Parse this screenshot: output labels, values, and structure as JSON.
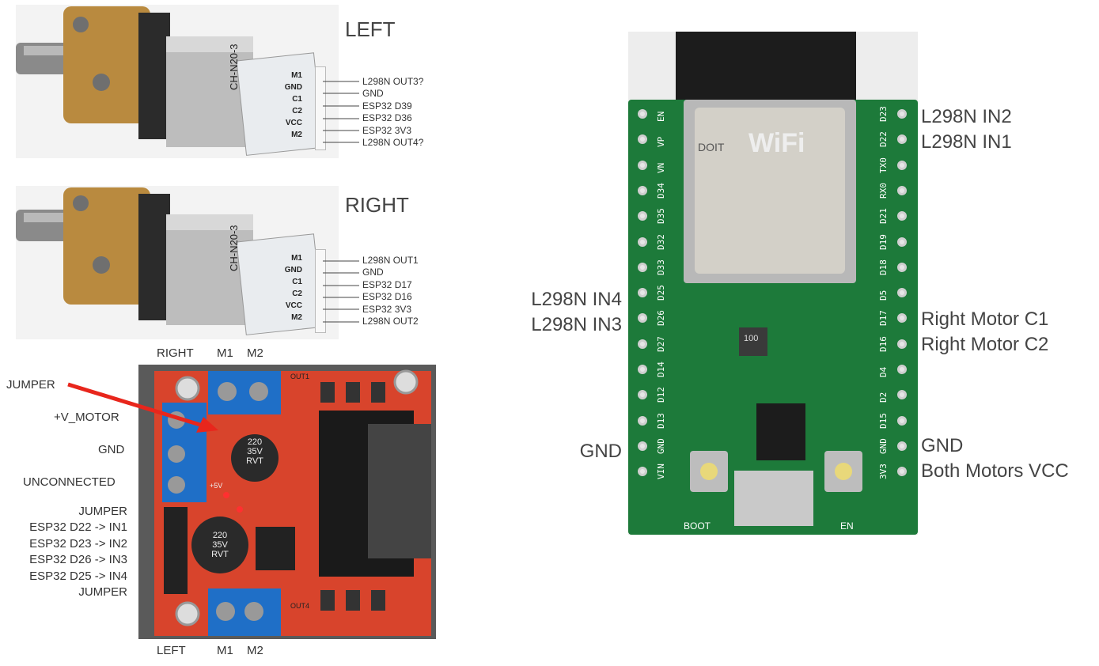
{
  "motors": [
    {
      "title": "LEFT",
      "silk": [
        "M1",
        "GND",
        "C1",
        "C2",
        "VCC",
        "M2"
      ],
      "board_id": "CH-N20-3",
      "pins": [
        "L298N OUT3?",
        "GND",
        "ESP32 D39",
        "ESP32 D36",
        "ESP32 3V3",
        "L298N OUT4?"
      ]
    },
    {
      "title": "RIGHT",
      "silk": [
        "M1",
        "GND",
        "C1",
        "C2",
        "VCC",
        "M2"
      ],
      "board_id": "CH-N20-3",
      "pins": [
        "L298N OUT1",
        "GND",
        "ESP32 D17",
        "ESP32 D16",
        "ESP32 3V3",
        "L298N OUT2"
      ]
    }
  ],
  "l298n": {
    "top_labels": {
      "side": "RIGHT",
      "m1": "M1",
      "m2": "M2"
    },
    "bottom_labels": {
      "side": "LEFT",
      "m1": "M1",
      "m2": "M2"
    },
    "left_labels": [
      "JUMPER",
      "+V_MOTOR",
      "GND",
      "UNCONNECTED"
    ],
    "logic_labels": [
      "JUMPER",
      "ESP32 D22 -> IN1",
      "ESP32 D23 -> IN2",
      "ESP32 D26 -> IN3",
      "ESP32 D25 -> IN4",
      "JUMPER"
    ],
    "cap_text": [
      "220",
      "35V",
      "RVT"
    ],
    "silk": [
      "OUT1",
      "OUT4",
      "+5V"
    ],
    "arrow_color": "#e8261c"
  },
  "esp32": {
    "left_pins": [
      "EN",
      "VP",
      "VN",
      "D34",
      "D35",
      "D32",
      "D33",
      "D25",
      "D26",
      "D27",
      "D14",
      "D12",
      "D13",
      "GND",
      "VIN"
    ],
    "right_pins": [
      "D23",
      "D22",
      "TX0",
      "RX0",
      "D21",
      "D19",
      "D18",
      "D5",
      "D17",
      "D16",
      "D4",
      "D2",
      "D15",
      "GND",
      "3V3"
    ],
    "left_annotations": [
      "L298N IN4",
      "L298N IN3",
      "GND"
    ],
    "right_annotations": [
      "L298N IN2",
      "L298N IN1",
      "Right Motor C1",
      "Right Motor C2",
      "GND",
      "Both Motors VCC"
    ],
    "module_text": [
      "DOIT",
      "WiFi"
    ],
    "button_labels": [
      "BOOT",
      "EN"
    ],
    "inductor_text": "100"
  }
}
